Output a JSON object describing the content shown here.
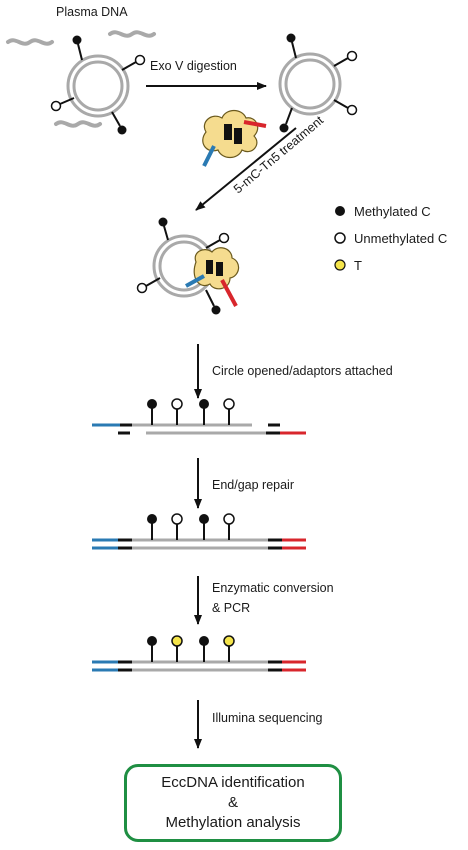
{
  "title": "Plasma DNA",
  "steps": {
    "exo": "Exo V digestion",
    "tn5": "5-mC-Tn5 treatment",
    "circle_opened": "Circle opened/adaptors attached",
    "end_gap": "End/gap repair",
    "conversion_line1": "Enzymatic conversion",
    "conversion_line2": "& PCR",
    "sequencing": "Illumina sequencing"
  },
  "legend": {
    "methylated": "Methylated C",
    "unmethylated": "Unmethylated C",
    "t": "T"
  },
  "result": {
    "line1": "EccDNA identification",
    "line2": "&",
    "line3": "Methylation analysis"
  },
  "colors": {
    "strand": "#a9a9a9",
    "black": "#111111",
    "blue_adapter": "#2a7ab3",
    "red_adapter": "#d8262c",
    "t_yellow": "#f4e44a",
    "box_border": "#1f8f43",
    "enzyme": "#f5dc8f"
  }
}
